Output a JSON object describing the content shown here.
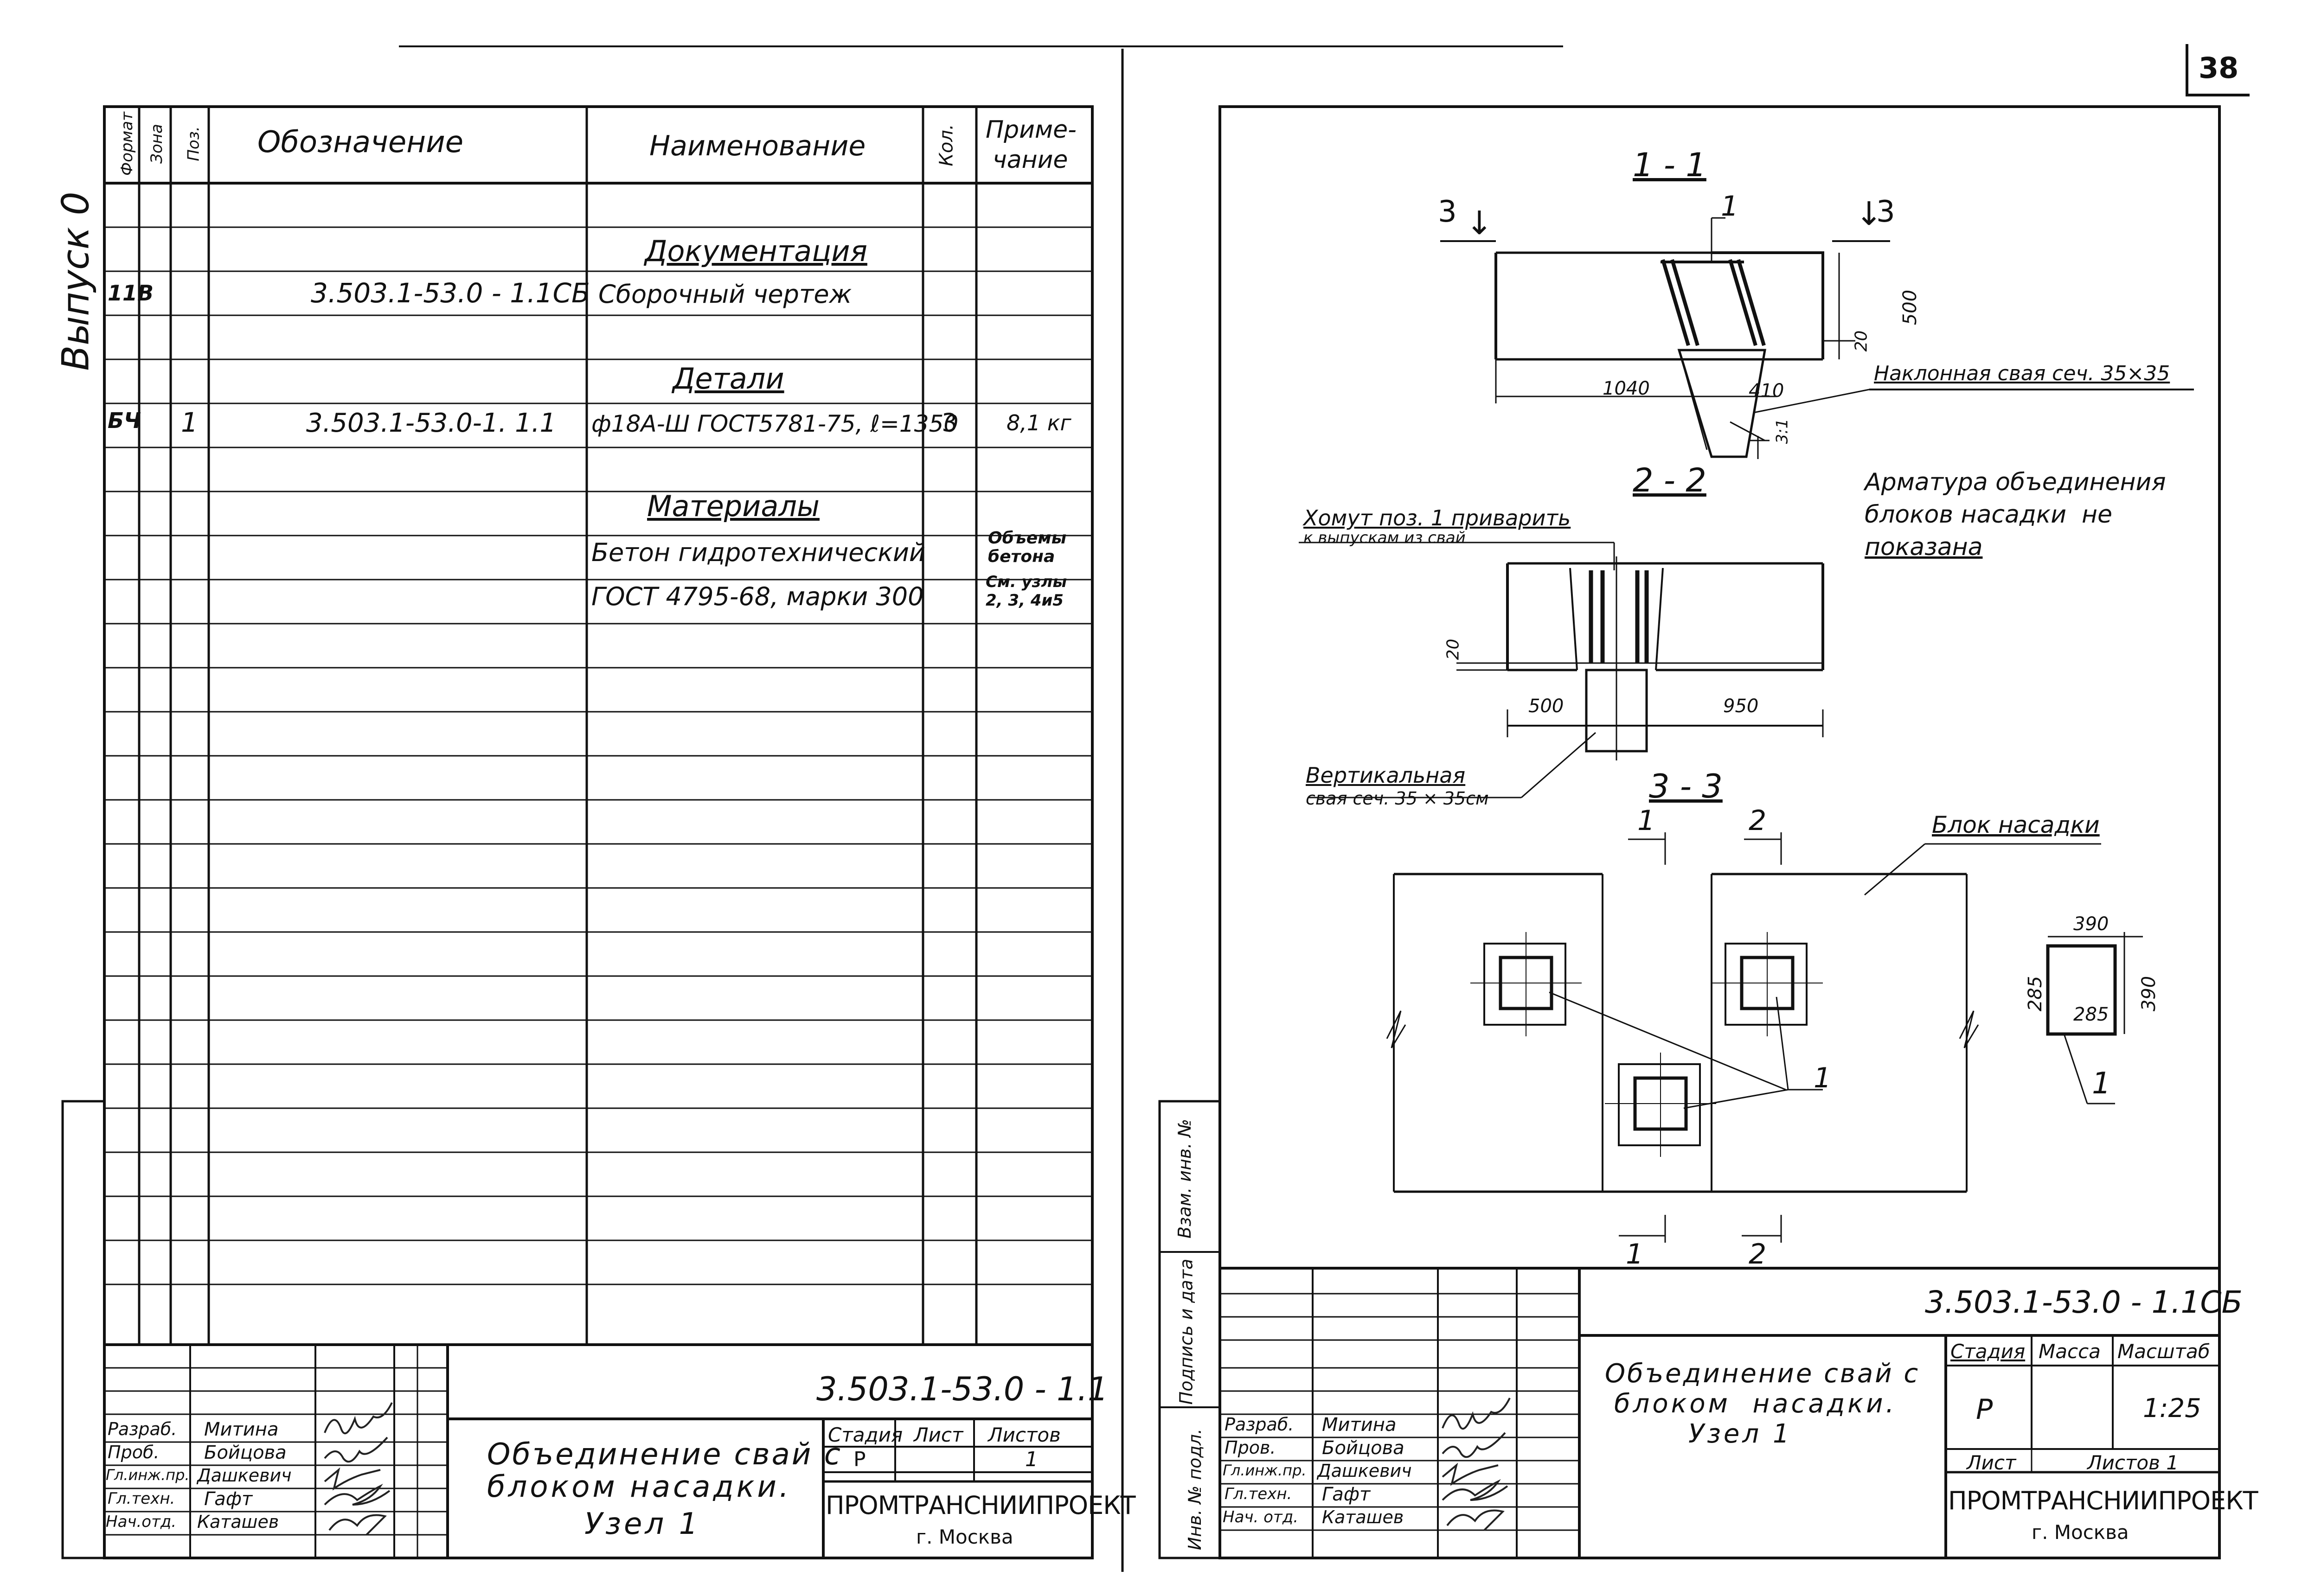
{
  "page_number": "38",
  "left_sheet": {
    "vertical_label": "Выпуск 0",
    "headers": {
      "format": "Формат",
      "zone": "Зона",
      "pos": "Поз.",
      "designation": "Обозначение",
      "name": "Наименование",
      "qty": "Кол.",
      "note_1": "Приме-",
      "note_2": "чание"
    },
    "rows": [
      {
        "section": "Документация"
      },
      {
        "format": "11В",
        "designation": "3.503.1-53.0 - 1.1СБ",
        "name": "Сборочный чертеж"
      },
      {
        "section": "Детали"
      },
      {
        "format": "БЧ",
        "pos": "1",
        "designation": "3.503.1-53.0-1. 1.1",
        "name": "ф18А-Ш ГОСТ5781-75, ℓ=1350",
        "qty": "3",
        "note": "8,1 кг"
      },
      {
        "section": "Материалы"
      },
      {
        "name": "Бетон гидротехнический",
        "note_1": "Объемы",
        "note_2": "бетона"
      },
      {
        "name": "ГОСТ 4795-68, марки 300",
        "note_1": "См. узлы",
        "note_2": "2, 3, 4и5"
      }
    ],
    "title_block": {
      "code": "3.503.1-53.0 - 1.1",
      "title_lines": [
        "Объединение свай с",
        "блоком насадки.",
        "Узел 1"
      ],
      "stage_label": "Стадия",
      "sheet_label": "Лист",
      "sheets_label": "Листов",
      "stage": "Р",
      "sheet": "",
      "sheets": "1",
      "org": "ПРОМТРАНСНИИПРОЕКТ",
      "city": "г. Москва",
      "people": [
        {
          "role": "Разраб.",
          "name": "Митина"
        },
        {
          "role": "Проб.",
          "name": "Бойцова"
        },
        {
          "role": "Гл.инж.пр.",
          "name": "Дашкевич"
        },
        {
          "role": "Гл.техн.",
          "name": "Гафт"
        },
        {
          "role": "Нач.отд.",
          "name": "Каташев"
        }
      ]
    }
  },
  "right_sheet": {
    "side_labels": [
      "Инв. № подл.",
      "Подпись и дата",
      "Взам. инв. №"
    ],
    "section_1_1": {
      "title": "1 - 1",
      "cut_left": "3",
      "cut_right": "3",
      "pos": "1",
      "dim_500": "500",
      "dim_20": "20",
      "dim_1040": "1040",
      "dim_410": "410",
      "slope": "3:1",
      "callout": "Наклонная свая сеч. 35×35"
    },
    "section_2_2": {
      "title": "2 - 2",
      "callout_1": "Хомут поз. 1 приварить",
      "callout_2": "к выпускам из свай",
      "dim_20": "20",
      "dim_500": "500",
      "dim_950": "950",
      "pile_1": "Вертикальная",
      "pile_2": "свая сеч. 35 × 35см"
    },
    "note_lines": [
      "Арматура объединения",
      "блоков насадки  не",
      "показана"
    ],
    "section_3_3": {
      "title": "3 - 3",
      "cut_1": "1",
      "cut_2": "2",
      "block": "Блок насадки",
      "pos": "1"
    },
    "detail": {
      "dim_390_top": "390",
      "dim_390_side": "390",
      "dim_285_side": "285",
      "dim_285_inner": "285",
      "pos": "1"
    },
    "title_block": {
      "code": "3.503.1-53.0 - 1.1СБ",
      "title_lines": [
        "Объединение свай с",
        "блоком  насадки.",
        "Узел 1"
      ],
      "stage_label": "Стадия",
      "mass_label": "Масса",
      "scale_label": "Масштаб",
      "stage": "Р",
      "scale": "1:25",
      "sheet_label": "Лист",
      "sheets_label": "Листов 1",
      "org": "ПРОМТРАНСНИИПРОЕКТ",
      "city": "г. Москва",
      "people": [
        {
          "role": "Разраб.",
          "name": "Митина"
        },
        {
          "role": "Пров.",
          "name": "Бойцова"
        },
        {
          "role": "Гл.инж.пр.",
          "name": "Дашкевич"
        },
        {
          "role": "Гл.техн.",
          "name": "Гафт"
        },
        {
          "role": "Нач. отд.",
          "name": "Каташев"
        }
      ]
    }
  }
}
